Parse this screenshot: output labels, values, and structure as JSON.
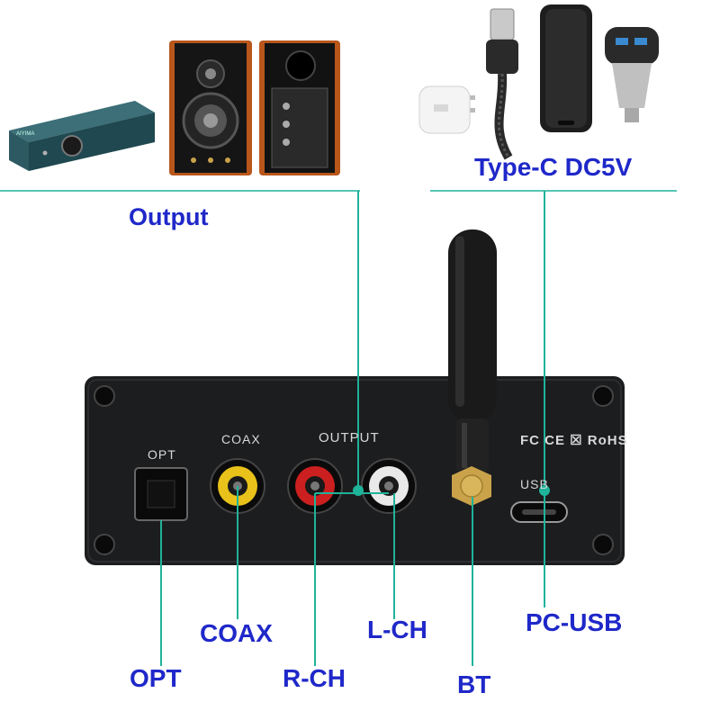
{
  "labels": {
    "output": "Output",
    "power": "Type-C DC5V",
    "opt": "OPT",
    "coax": "COAX",
    "rch": "R-CH",
    "lch": "L-CH",
    "bt": "BT",
    "pcusb": "PC-USB"
  },
  "panel": {
    "opt": "OPT",
    "coax": "COAX",
    "output": "OUTPUT",
    "usb": "USB",
    "certs": "FC CE ☒ RoHS"
  },
  "amp_brand": "AIYIMA",
  "colors": {
    "label": "#1f28c9",
    "leader": "#1fb39a",
    "panel": "#1c1d1f",
    "rca_yellow": "#e8c21a",
    "rca_red": "#cc1f1f",
    "rca_white": "#e9e9e9",
    "antenna_nut": "#c9a24a"
  },
  "icons": [
    "amplifier-icon",
    "speaker-icon",
    "usb-cable-icon",
    "power-bank-icon",
    "car-charger-icon",
    "wall-adapter-icon"
  ]
}
